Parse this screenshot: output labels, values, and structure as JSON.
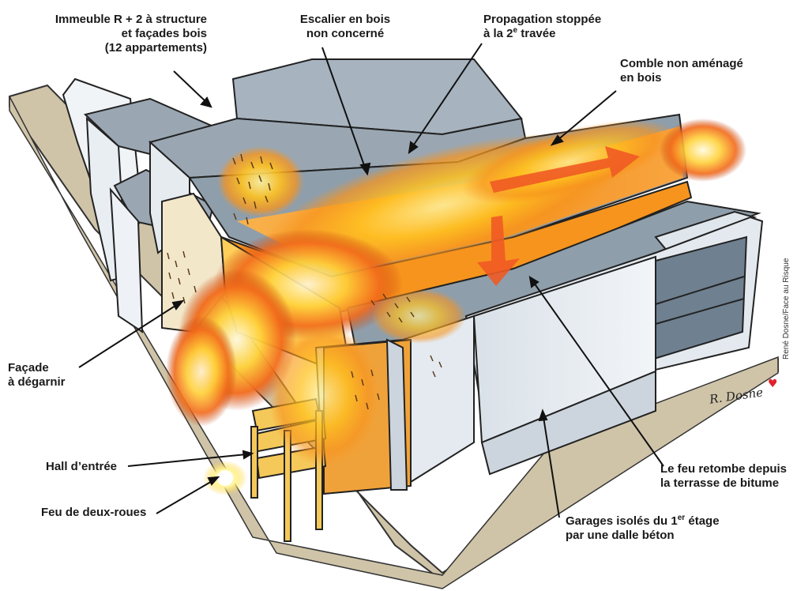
{
  "labels": {
    "immeuble": [
      "Immeuble R + 2 à structure",
      "et façades bois",
      "(12 appartements)"
    ],
    "escalier": [
      "Escalier en bois",
      "non concerné"
    ],
    "propagation": {
      "line1": "Propagation stoppée",
      "line2_pre": "à la 2",
      "line2_sup": "e",
      "line2_post": " travée"
    },
    "comble": [
      "Comble non aménagé",
      "en bois"
    ],
    "facade": [
      "Façade",
      "à dégarnir"
    ],
    "hall": "Hall d’entrée",
    "feu_deux_roues": "Feu de deux-roues",
    "feu_retombe": [
      "Le feu retombe depuis",
      "la terrasse de bitume"
    ],
    "garages": {
      "line1_pre": "Garages isolés du 1",
      "line1_sup": "er",
      "line1_post": " étage",
      "line2": "par une dalle béton"
    }
  },
  "credit": "René Dosne/Face au Risque",
  "signature": "R. Dosne",
  "colors": {
    "ground": "#cfc4a8",
    "wall": "#e8edf2",
    "roof_grey": "#8f9eab",
    "fire_orange": "#f7941d",
    "fire_yellow": "#ffd23a",
    "arrow_red": "#ef5a24",
    "text": "#1a1a1a"
  }
}
